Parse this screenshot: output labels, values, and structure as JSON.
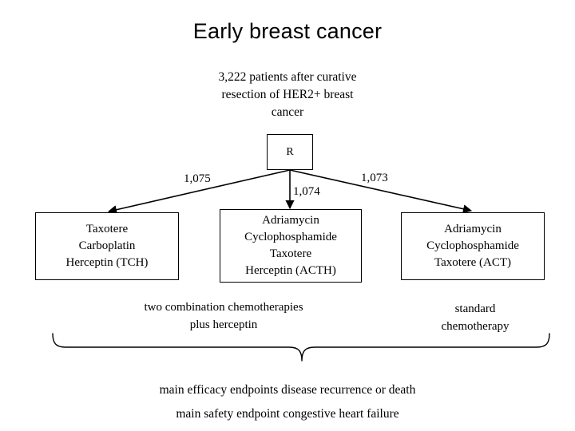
{
  "slide": {
    "title": "Early breast cancer",
    "subtitle": [
      "3,222 patients after curative",
      "resection of HER2+ breast",
      "cancer"
    ],
    "randomization": {
      "label": "R"
    },
    "allocations": {
      "left": "1,075",
      "middle": "1,074",
      "right": "1,073"
    },
    "arms": [
      {
        "id": "tch",
        "lines": [
          "Taxotere",
          "Carboplatin",
          "Herceptin (TCH)"
        ]
      },
      {
        "id": "acth",
        "lines": [
          "Adriamycin",
          "Cyclophosphamide",
          "Taxotere",
          "Herceptin (ACTH)"
        ]
      },
      {
        "id": "act",
        "lines": [
          "Adriamycin",
          "Cyclophosphamide",
          "Taxotere (ACT)"
        ]
      }
    ],
    "captions": {
      "left": [
        "two combination chemotherapies",
        "plus herceptin"
      ],
      "right": [
        "standard",
        "chemotherapy"
      ]
    },
    "endpoints": [
      "main efficacy endpoints disease recurrence or death",
      "main safety endpoint congestive heart failure"
    ],
    "colors": {
      "background": "#ffffff",
      "text": "#000000",
      "line": "#000000"
    }
  }
}
